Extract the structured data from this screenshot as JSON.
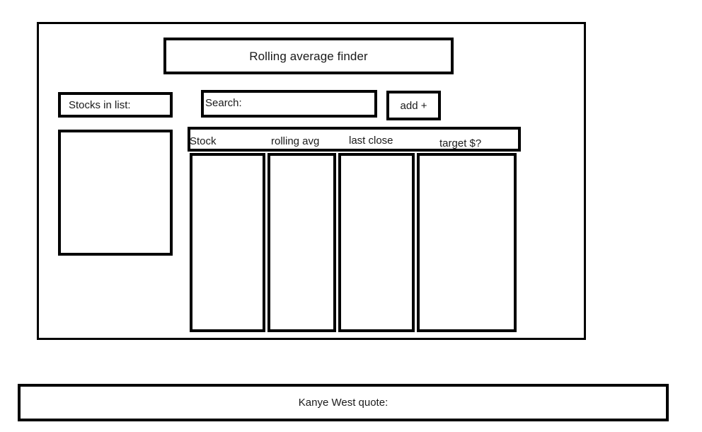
{
  "app": {
    "title": "Rolling average finder"
  },
  "sidebar": {
    "stocks_label": "Stocks in list:",
    "stocks_items": []
  },
  "search": {
    "value": "Search:",
    "placeholder": "Search:",
    "add_button_label": "add +"
  },
  "table": {
    "columns": [
      {
        "label": "Stock"
      },
      {
        "label": "rolling avg"
      },
      {
        "label": "last close"
      },
      {
        "label": "target $?"
      }
    ],
    "rows": []
  },
  "footer": {
    "quote_label": "Kanye West quote:"
  },
  "colors": {
    "stroke": "#000000",
    "background": "#ffffff",
    "text": "#1a1a1a"
  }
}
